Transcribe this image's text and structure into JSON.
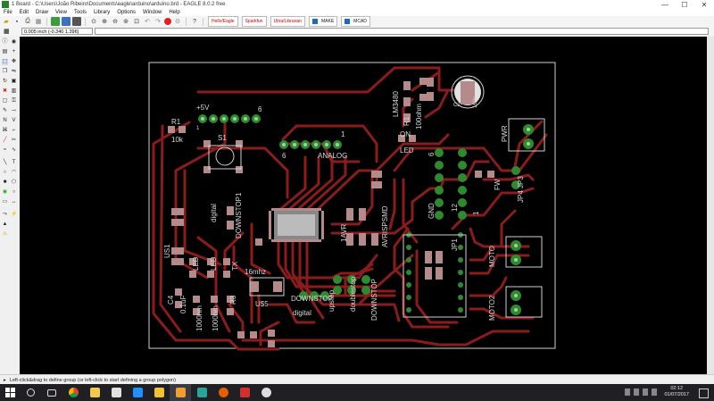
{
  "window": {
    "title": "1 Board - C:\\Users\\João Ribeiro\\Documents\\eagle\\arduino\\arduino.brd - EAGLE 8.0.2 free",
    "controls": [
      "—",
      "☐",
      "✕"
    ]
  },
  "menu": [
    "File",
    "Edit",
    "Draw",
    "View",
    "Tools",
    "Library",
    "Options",
    "Window",
    "Help"
  ],
  "toolbar": {
    "buttons": [
      "open-icon",
      "save-icon",
      "print-icon",
      "cam-icon",
      "sep",
      "board-icon",
      "schematic-icon",
      "library-icon",
      "sep",
      "zoom-fit-icon",
      "zoom-in-icon",
      "zoom-out-icon",
      "zoom-redraw-icon",
      "zoom-select-icon",
      "undo-icon",
      "redo-icon",
      "stop-icon",
      "go-icon",
      "sep",
      "help-icon"
    ],
    "addons": [
      "Hello/Eagle",
      "Sparkfun",
      "Ultra/Librarian"
    ],
    "make_label": "MAKE",
    "mcad_label": "MCAD"
  },
  "coords": {
    "value": "0.005 inch (-0.340 1.396)"
  },
  "status": {
    "text": "Left-click&drag to define group (or left-click to start defining a group polygon)"
  },
  "taskbar": {
    "apps": [
      "search",
      "task-view",
      "chrome",
      "file-explorer",
      "store",
      "windows-media",
      "sumatra",
      "eagle",
      "arduino",
      "firefox",
      "skype",
      "other"
    ],
    "time": "02:12",
    "date": "01/07/2017"
  },
  "board": {
    "labels": {
      "vcc": "+5V",
      "r1": "R1",
      "r1_val": "10k",
      "s1": "S1",
      "hdr_left_1": "1",
      "hdr_left_6": "6",
      "analog": "ANALOG",
      "analog_1": "1",
      "analog_6": "6",
      "lm": "LM3480",
      "on": "ON",
      "led": "LED",
      "r_100": "100ohm",
      "r2": "R1",
      "c2": "C2",
      "c2_val": "100u",
      "pwr": "PWR",
      "jp4": "JP4",
      "jp3": "JP3",
      "fw": "FW",
      "gnd": "GND",
      "d6": "6",
      "d12": "12",
      "d1": "1",
      "digital": "digital",
      "downstop1": "DOWNSTOP1",
      "avr": "1AVR",
      "avrispsmd": "AVRISPSMD",
      "dip": "DIP",
      "us1": "US1",
      "c4": "C4",
      "c4_val": "0.1uF",
      "led2": "LED",
      "ledlbl": "LED",
      "r_1000a": "1000hm",
      "r_1000b": "1000hm",
      "r3": "R3",
      "tx": "TX",
      "mhz": "16mhz",
      "us5": "U$5",
      "downstop_b": "DOWNSTOP",
      "digital_b": "digital",
      "upstop": "upstop",
      "doublestop": "doublestop",
      "downstop_c": "DOWNSTOP",
      "jmp": "JP1",
      "moto": "MOTO",
      "moto2": "MOTO2"
    }
  },
  "colors": {
    "trace": "#8b1c1c",
    "trace_dark": "#6e1414",
    "pad": "#2f8a2f",
    "pad_hole": "#9ad49a",
    "smd": "#b58a8a",
    "outline": "#d9d9d9",
    "text": "#d9d9d9"
  }
}
